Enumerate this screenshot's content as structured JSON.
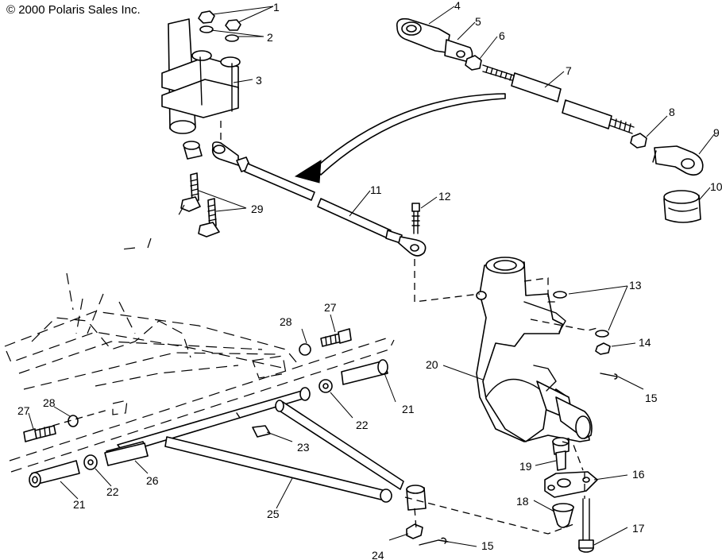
{
  "copyright": "© 2000 Polaris Sales Inc.",
  "callouts": [
    {
      "id": "1",
      "text": "1"
    },
    {
      "id": "2",
      "text": "2"
    },
    {
      "id": "3",
      "text": "3"
    },
    {
      "id": "4",
      "text": "4"
    },
    {
      "id": "5",
      "text": "5"
    },
    {
      "id": "6",
      "text": "6"
    },
    {
      "id": "7",
      "text": "7"
    },
    {
      "id": "8",
      "text": "8"
    },
    {
      "id": "9",
      "text": "9"
    },
    {
      "id": "10",
      "text": "10"
    },
    {
      "id": "11",
      "text": "11"
    },
    {
      "id": "12",
      "text": "12"
    },
    {
      "id": "13",
      "text": "13"
    },
    {
      "id": "14",
      "text": "14"
    },
    {
      "id": "15a",
      "text": "15"
    },
    {
      "id": "16",
      "text": "16"
    },
    {
      "id": "17",
      "text": "17"
    },
    {
      "id": "18",
      "text": "18"
    },
    {
      "id": "19",
      "text": "19"
    },
    {
      "id": "20",
      "text": "20"
    },
    {
      "id": "21a",
      "text": "21"
    },
    {
      "id": "21b",
      "text": "21"
    },
    {
      "id": "22a",
      "text": "22"
    },
    {
      "id": "22b",
      "text": "22"
    },
    {
      "id": "23",
      "text": "23"
    },
    {
      "id": "24",
      "text": "24"
    },
    {
      "id": "15b",
      "text": "15"
    },
    {
      "id": "25",
      "text": "25"
    },
    {
      "id": "26",
      "text": "26"
    },
    {
      "id": "27a",
      "text": "27"
    },
    {
      "id": "27b",
      "text": "27"
    },
    {
      "id": "28a",
      "text": "28"
    },
    {
      "id": "28b",
      "text": "28"
    },
    {
      "id": "29",
      "text": "29"
    }
  ]
}
